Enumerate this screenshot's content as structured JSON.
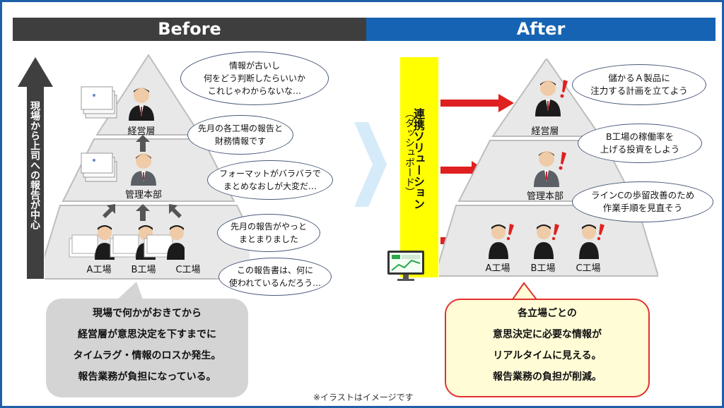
{
  "headers": {
    "before": "Before",
    "after": "After"
  },
  "arrow_text": "現場から上司への報告が中心",
  "solution_text": "連携ソリューション",
  "solution_sub": "（ダッシュボード）",
  "before": {
    "levels": {
      "top": "経営層",
      "mid": "管理本部",
      "factories": [
        "A工場",
        "B工場",
        "C工場"
      ]
    },
    "bubbles": {
      "top_lines": [
        "情報が古いし",
        "何をどう判断したらいいか",
        "これじゃわからないな…"
      ],
      "mid_report_lines": [
        "先月の各工場の報告と",
        "財務情報です"
      ],
      "mid_format_lines": [
        "フォーマットがバラバラで",
        "まとめなおしが大変だ…"
      ],
      "bottom_report_lines": [
        "先月の報告がやっと",
        "まとまりました"
      ],
      "bottom_question_lines": [
        "この報告書は、何に",
        "使われているんだろう…"
      ]
    },
    "summary_lines": [
      "現場で何かがおきてから",
      "経営層が意思決定を下すまでに",
      "タイムラグ・情報のロスか発生。",
      "報告業務が負担になっている。"
    ]
  },
  "after": {
    "levels": {
      "top": "経営層",
      "mid": "管理本部",
      "factories": [
        "A工場",
        "B工場",
        "C工場"
      ]
    },
    "bubbles": {
      "top_lines": [
        "儲かるＡ製品に",
        "注力する計画を立てよう"
      ],
      "mid_lines": [
        "B工場の稼働率を",
        "上げる投資をしよう"
      ],
      "bottom_lines": [
        "ラインCの歩留改善のため",
        "作業手順を見直そう"
      ]
    },
    "summary_lines": [
      "各立場ごとの",
      "意思決定に必要な情報が",
      "リアルタイムに見える。",
      "報告業務の負担が削減。"
    ]
  },
  "footnote": "※イラストはイメージです",
  "colors": {
    "before_header": "#3e3e3e",
    "after_header": "#1663b3",
    "accent_red": "#e23030",
    "yellow": "#ffff00",
    "pyramid_gray": "#e6e6e6"
  }
}
